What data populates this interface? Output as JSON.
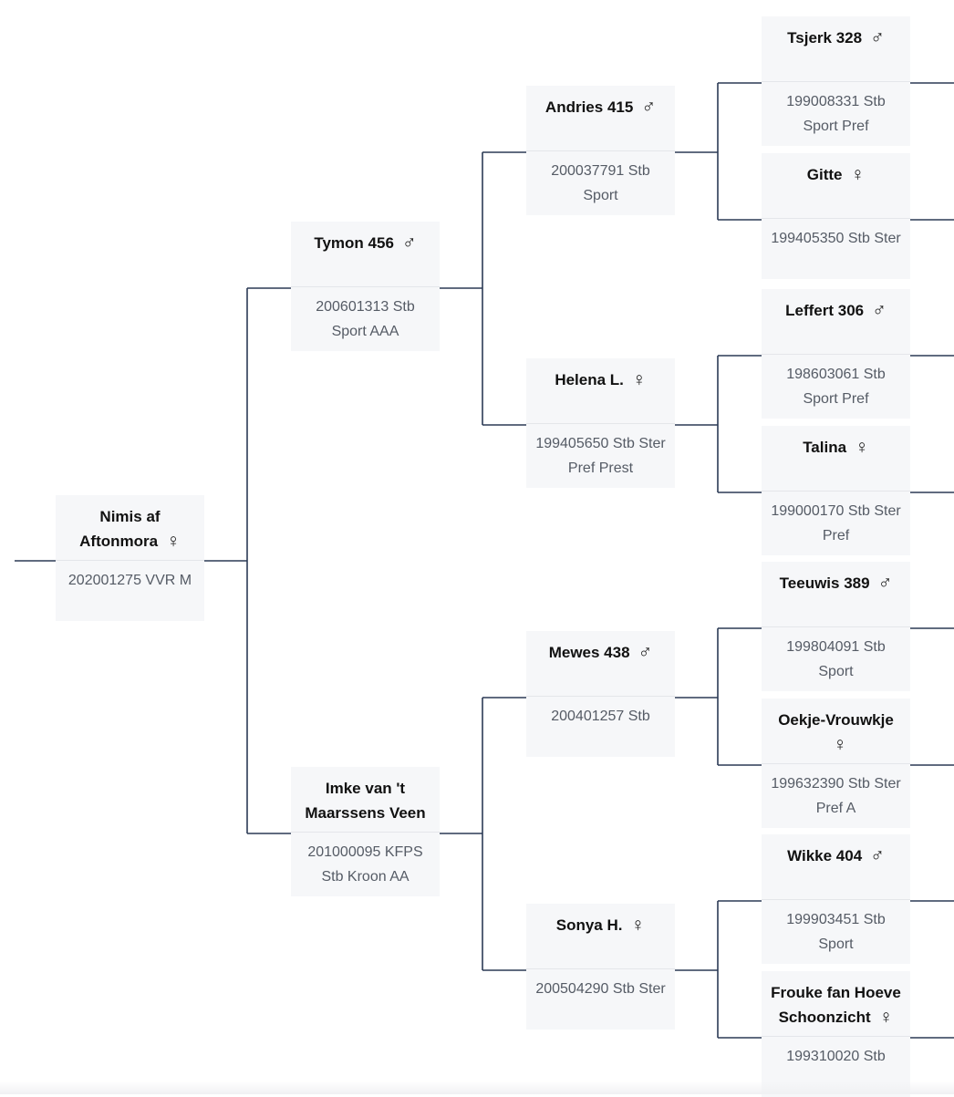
{
  "pedigree": {
    "subject": {
      "name": "Nimis af Aftonmora",
      "sex": "♀",
      "info": "202001275 VVR M"
    },
    "sire": {
      "name": "Tymon 456",
      "sex": "♂",
      "info": "200601313 Stb Sport AAA"
    },
    "dam": {
      "name": "Imke van 't Maarssens Veen",
      "sex": "♀",
      "info": "201000095 KFPS Stb Kroon AA"
    },
    "sire_sire": {
      "name": "Andries 415",
      "sex": "♂",
      "info": "200037791 Stb Sport"
    },
    "sire_dam": {
      "name": "Helena L.",
      "sex": "♀",
      "info": "199405650 Stb Ster Pref Prest"
    },
    "dam_sire": {
      "name": "Mewes 438",
      "sex": "♂",
      "info": "200401257 Stb"
    },
    "dam_dam": {
      "name": "Sonya H.",
      "sex": "♀",
      "info": "200504290 Stb Ster"
    },
    "ss_sire": {
      "name": "Tsjerk 328",
      "sex": "♂",
      "info": "199008331 Stb Sport Pref"
    },
    "ss_dam": {
      "name": "Gitte",
      "sex": "♀",
      "info": "199405350 Stb Ster"
    },
    "sd_sire": {
      "name": "Leffert 306",
      "sex": "♂",
      "info": "198603061 Stb Sport Pref"
    },
    "sd_dam": {
      "name": "Talina",
      "sex": "♀",
      "info": "199000170 Stb Ster Pref"
    },
    "ds_sire": {
      "name": "Teeuwis 389",
      "sex": "♂",
      "info": "199804091 Stb Sport"
    },
    "ds_dam": {
      "name": "Oekje-Vrouwkje",
      "sex": "♀",
      "info": "199632390 Stb Ster Pref A"
    },
    "dd_sire": {
      "name": "Wikke 404",
      "sex": "♂",
      "info": "199903451 Stb Sport"
    },
    "dd_dam": {
      "name": "Frouke fan Hoeve Schoonzicht",
      "sex": "♀",
      "info": "199310020 Stb"
    }
  }
}
